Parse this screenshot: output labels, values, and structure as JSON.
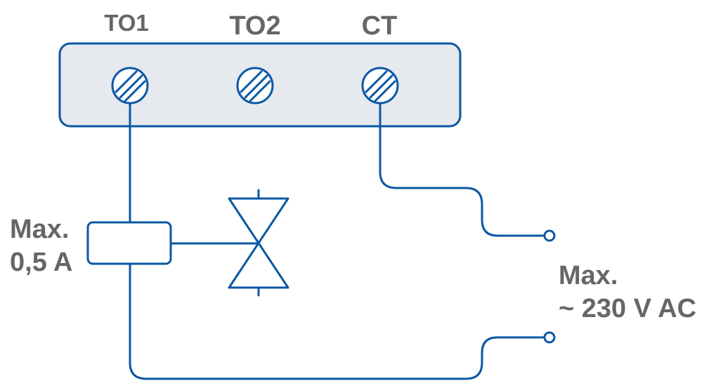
{
  "terminal_labels": {
    "to1": "TO1",
    "to2": "TO2",
    "ct": "CT"
  },
  "current_limit": {
    "line1": "Max.",
    "line2": "0,5 A"
  },
  "voltage_limit": {
    "line1": "Max.",
    "line2": "~ 230 V AC"
  },
  "colors": {
    "wire": "#0b57a4",
    "terminal_block_fill": "#e6e9ee",
    "label_text": "#666666",
    "background": "#ffffff"
  },
  "icons": {
    "terminal_screw": "screw-terminal-icon",
    "valve": "valve-icon",
    "wire_end": "terminal-end-icon"
  }
}
